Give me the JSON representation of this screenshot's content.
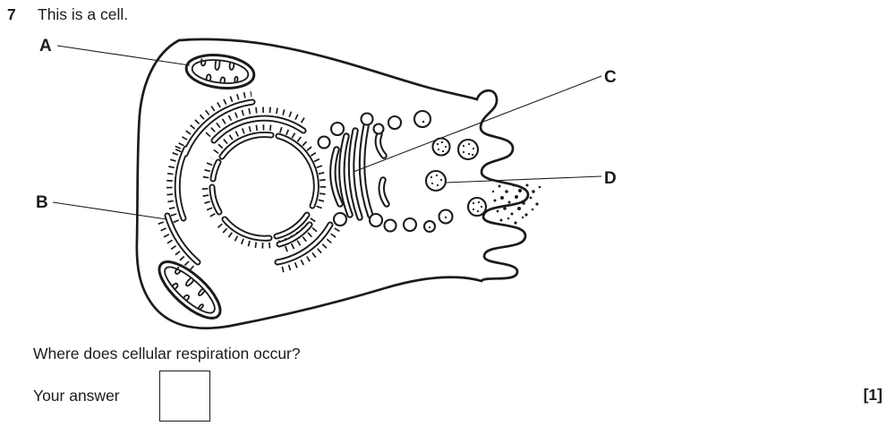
{
  "question": {
    "number": "7",
    "intro": "This is a cell.",
    "prompt": "Where does cellular respiration occur?",
    "answer_label": "Your answer",
    "answer_value": "",
    "marks": "[1]"
  },
  "diagram": {
    "type": "animal-cell-diagram",
    "ink_color": "#1b1b1b",
    "labels": [
      {
        "letter": "A",
        "target": "mitochondrion"
      },
      {
        "letter": "B",
        "target": "rough-endoplasmic-reticulum"
      },
      {
        "letter": "C",
        "target": "golgi-apparatus"
      },
      {
        "letter": "D",
        "target": "secretory-vesicle"
      }
    ]
  }
}
